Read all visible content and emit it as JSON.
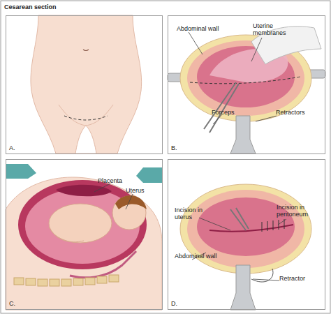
{
  "diagram": {
    "title": "Cesarean section",
    "nodes": [
      {
        "text": [
          "A."
        ]
      },
      {
        "text": [
          "B."
        ]
      },
      {
        "text": [
          "C."
        ]
      },
      {
        "text": [
          "D."
        ]
      }
    ],
    "labels": [
      "Abdominal wall",
      "Uterine membranes",
      "Forceps",
      "Retractors",
      "Placenta",
      "Uterus",
      "Incision in uterus",
      "Incision in peritoneum",
      "Abdominal wall",
      "Retractor"
    ]
  }
}
